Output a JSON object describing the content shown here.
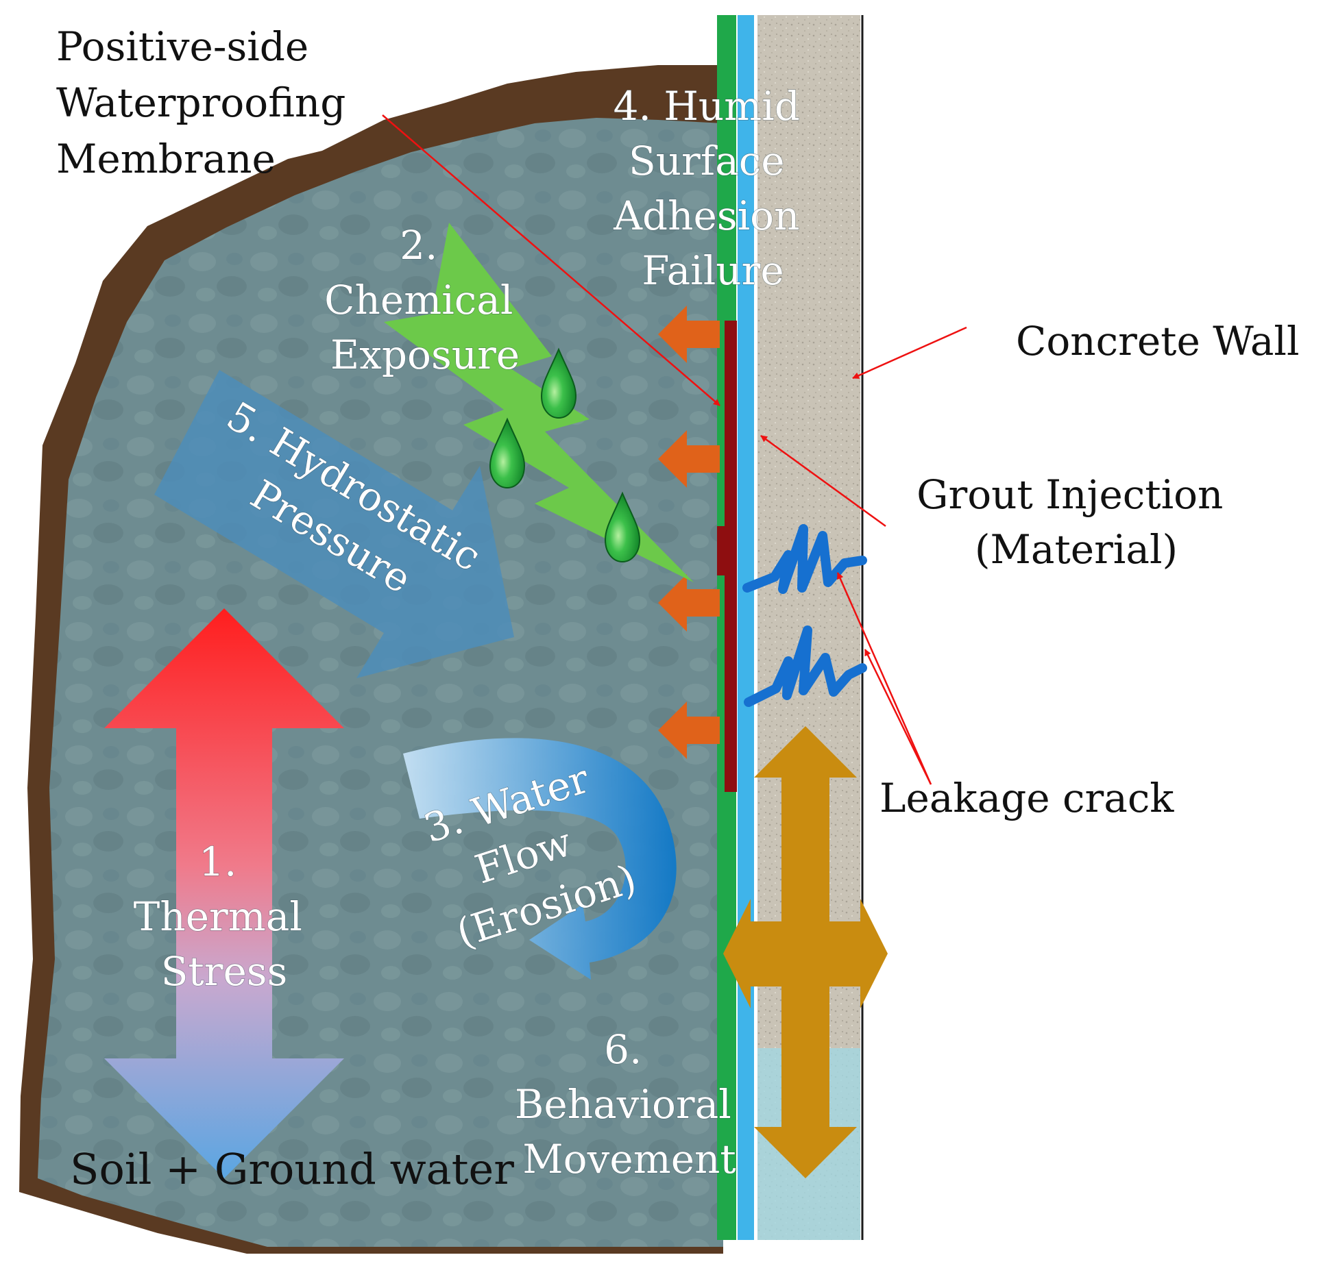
{
  "labels": {
    "membrane": [
      "Positive-side",
      "Waterproofing",
      "Membrane"
    ],
    "concrete_wall": "Concrete Wall",
    "grout_injection": [
      "Grout Injection",
      "(Material)"
    ],
    "leakage_crack": "Leakage crack",
    "soil": "Soil + Ground water"
  },
  "factors": {
    "thermal": [
      "1.",
      "Thermal",
      "Stress"
    ],
    "chemical": [
      "2.",
      "Chemical",
      "Exposure"
    ],
    "water_flow": [
      "3. Water",
      "Flow",
      "(Erosion)"
    ],
    "humid": [
      "4. Humid",
      "Surface",
      "Adhesion",
      "Failure"
    ],
    "hydrostatic": [
      "5. Hydrostatic",
      "Pressure"
    ],
    "behavioral": [
      "6.",
      "Behavioral",
      "Movement"
    ]
  },
  "colors": {
    "soil_edge": "#5a3a22",
    "soil_fill": "#6f8f94",
    "membrane_green": "#1fa84a",
    "grout_blue": "#3fb4ea",
    "concrete": "#c9c3b6",
    "adhesion_failure": "#8e0e10",
    "push_arrows": "#e0621a",
    "chemical_bolt": "#6cc94a",
    "droplets": "#22a83a",
    "hydrostatic_arrow": "#4e8db8",
    "thermal_hot": "#ff2a2a",
    "thermal_cold": "#6aaee0",
    "water_flow": "#1d7fc9",
    "crack": "#1670d0",
    "movement": "#c98c10",
    "leader_lines": "#ee1111"
  },
  "icons": [
    "droplet-icon",
    "crack-icon"
  ]
}
